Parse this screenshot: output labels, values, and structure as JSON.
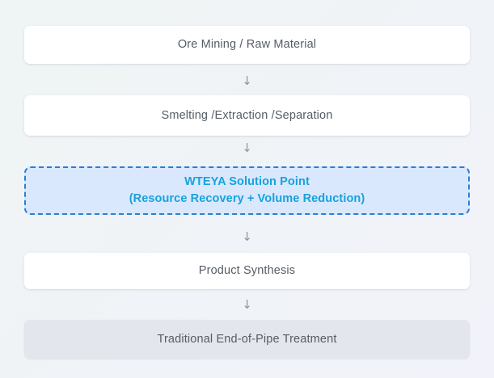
{
  "diagram": {
    "title": "Process flow with WTEYA solution point",
    "orientation": "vertical",
    "connector_glyph": "↓",
    "colors": {
      "page_background": "#f0f4f6",
      "node_background": "#ffffff",
      "node_text": "#565c66",
      "muted_node_background": "#e3e6ed",
      "highlight_background": "#d9e8fc",
      "highlight_border": "#2a7fd4",
      "highlight_text": "#17a2dd",
      "arrow": "#8d959f"
    },
    "nodes": [
      {
        "id": "ore-mining",
        "label": "Ore Mining / Raw Material",
        "style": "plain"
      },
      {
        "id": "smelting",
        "label": "Smelting /Extraction /Separation",
        "style": "plain"
      },
      {
        "id": "wteya-solution-point",
        "title": "WTEYA Solution Point",
        "subtitle": "(Resource Recovery + Volume Reduction)",
        "style": "highlight"
      },
      {
        "id": "product-synthesis",
        "label": "Product Synthesis",
        "style": "plain"
      },
      {
        "id": "traditional-treatment",
        "label": "Traditional End-of-Pipe Treatment",
        "style": "muted"
      }
    ],
    "connectors": [
      {
        "id": "connector-1",
        "glyph": "↓"
      },
      {
        "id": "connector-2",
        "glyph": "↓"
      },
      {
        "id": "connector-3",
        "glyph": "↓"
      },
      {
        "id": "connector-4",
        "glyph": "↓"
      }
    ]
  }
}
